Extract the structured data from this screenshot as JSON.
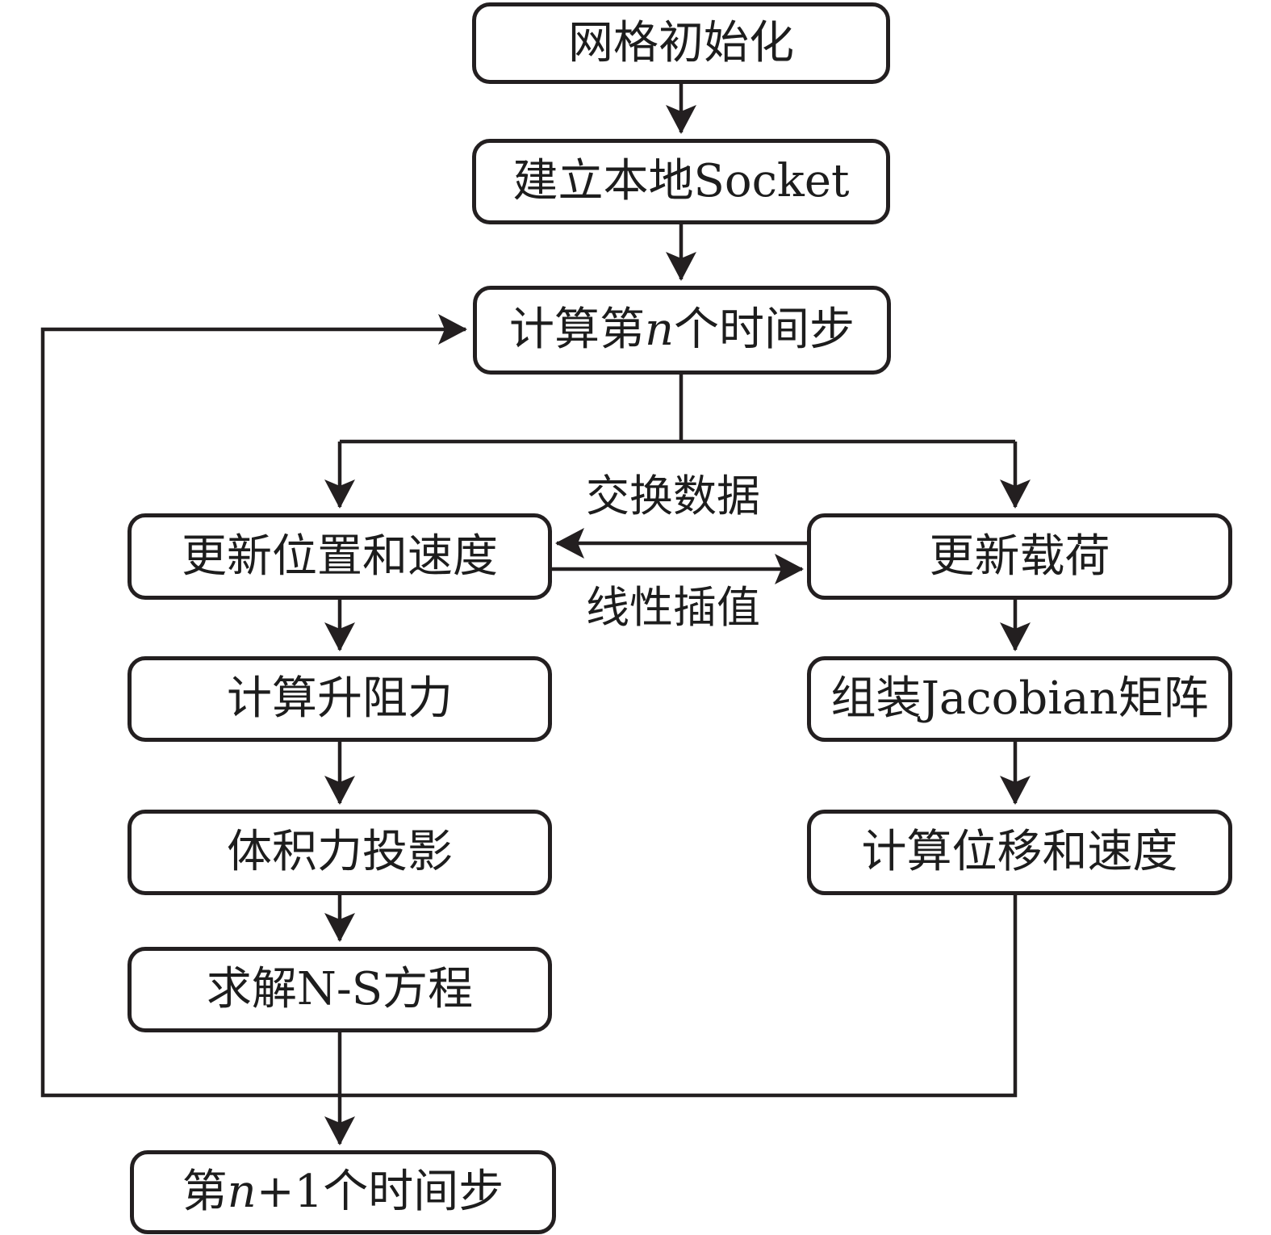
{
  "diagram": {
    "boxes": {
      "init": {
        "label": "网格初始化"
      },
      "socket": {
        "label": "建立本地Socket"
      },
      "timestep_n": {
        "prefix": "计算第",
        "variable": "n",
        "suffix": "个时间步"
      },
      "update_pos_vel": {
        "label": "更新位置和速度"
      },
      "update_load": {
        "label": "更新载荷"
      },
      "lift_drag": {
        "label": "计算升阻力"
      },
      "assemble_jacobian": {
        "label": "组装Jacobian矩阵"
      },
      "body_force_projection": {
        "label": "体积力投影"
      },
      "solve_ns": {
        "label": "求解N-S方程"
      },
      "compute_disp_vel": {
        "label": "计算位移和速度"
      },
      "timestep_n_plus_1": {
        "prefix": "第",
        "variable": "n",
        "suffix": "+1个时间步"
      }
    },
    "edge_labels": {
      "exchange_data": "交换数据",
      "linear_interpolation": "线性插值"
    },
    "colors": {
      "line": "#231f20",
      "background": "#ffffff"
    }
  }
}
